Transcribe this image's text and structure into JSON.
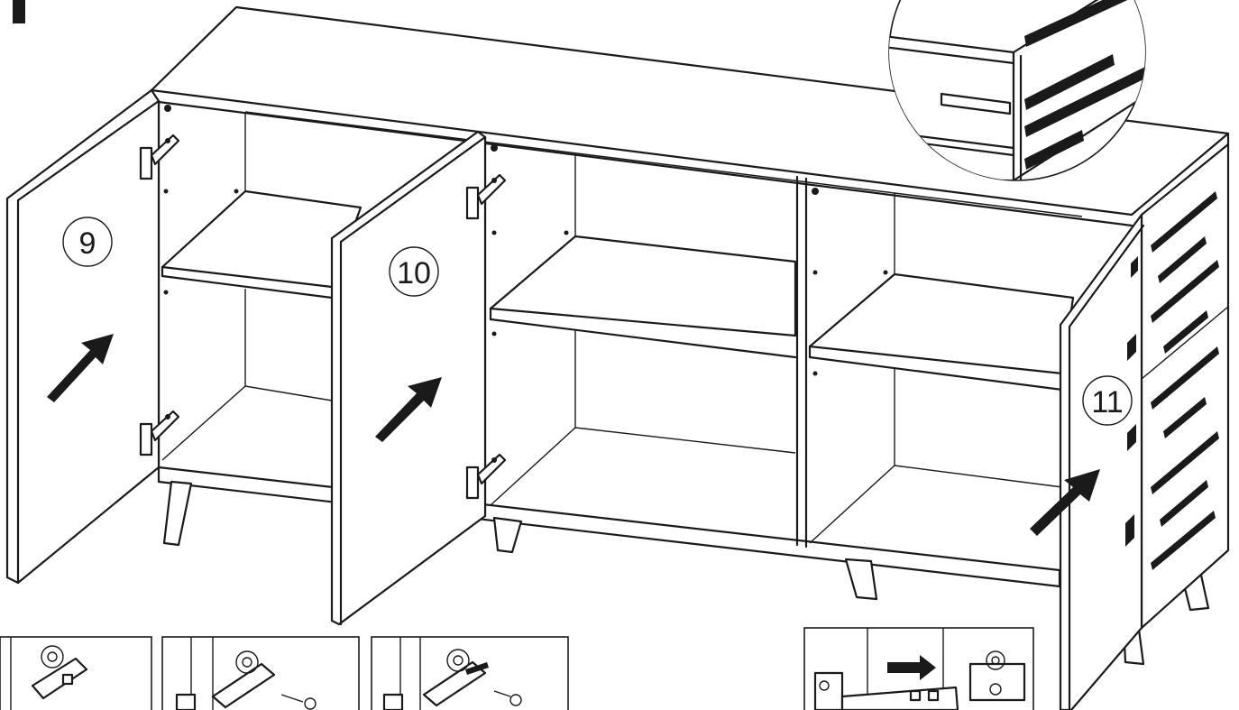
{
  "step_markers": [
    {
      "id": "door-9",
      "label": "9"
    },
    {
      "id": "door-10",
      "label": "10"
    },
    {
      "id": "door-11",
      "label": "11"
    }
  ],
  "colors": {
    "ink": "#1a1a1a",
    "paper": "#ffffff"
  },
  "icons": {
    "push_arrow": "arrow-icon",
    "hinge": "hinge-icon",
    "insert_arrow": "arrow-right-icon"
  }
}
